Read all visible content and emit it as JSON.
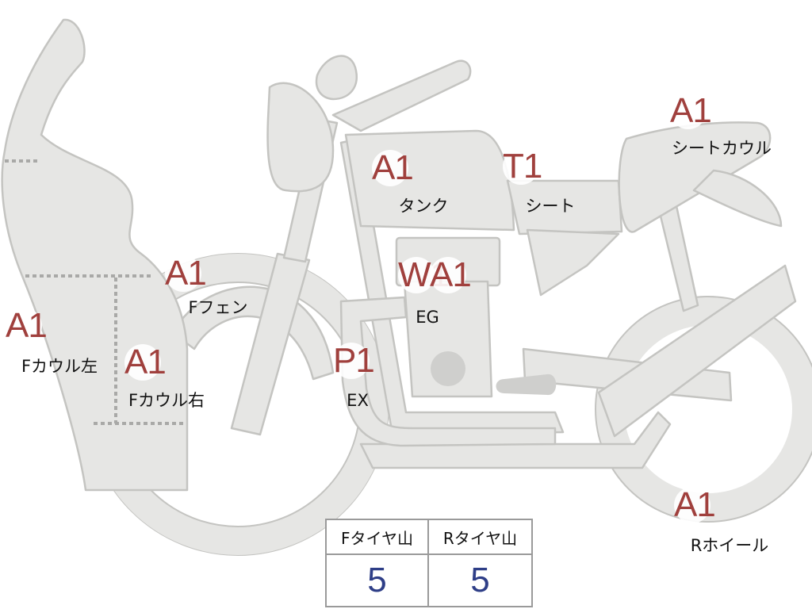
{
  "colors": {
    "badge_text": "#a0403d",
    "value_text": "#2e3e87",
    "part_fill": "#e6e6e4"
  },
  "parts": [
    {
      "id": "tank",
      "badge": [
        "A1"
      ],
      "label": "タンク"
    },
    {
      "id": "seat",
      "badge": [
        "T1"
      ],
      "label": "シート"
    },
    {
      "id": "seat-cowl",
      "badge": [
        "A1"
      ],
      "label": "シートカウル"
    },
    {
      "id": "front-fender",
      "badge": [
        "A1"
      ],
      "label": "Fフェン"
    },
    {
      "id": "engine",
      "badge": [
        "W1",
        "A1"
      ],
      "label": "EG"
    },
    {
      "id": "front-cowl-left",
      "badge": [
        "A1"
      ],
      "label": "Fカウル左"
    },
    {
      "id": "front-cowl-right",
      "badge": [
        "A1"
      ],
      "label": "Fカウル右"
    },
    {
      "id": "exhaust",
      "badge": [
        "P1"
      ],
      "label": "EX"
    },
    {
      "id": "rear-wheel",
      "badge": [
        "A1"
      ],
      "label": "Rホイール"
    }
  ],
  "tread": {
    "headers": [
      "Fタイヤ山",
      "Rタイヤ山"
    ],
    "values": [
      "5",
      "5"
    ]
  }
}
